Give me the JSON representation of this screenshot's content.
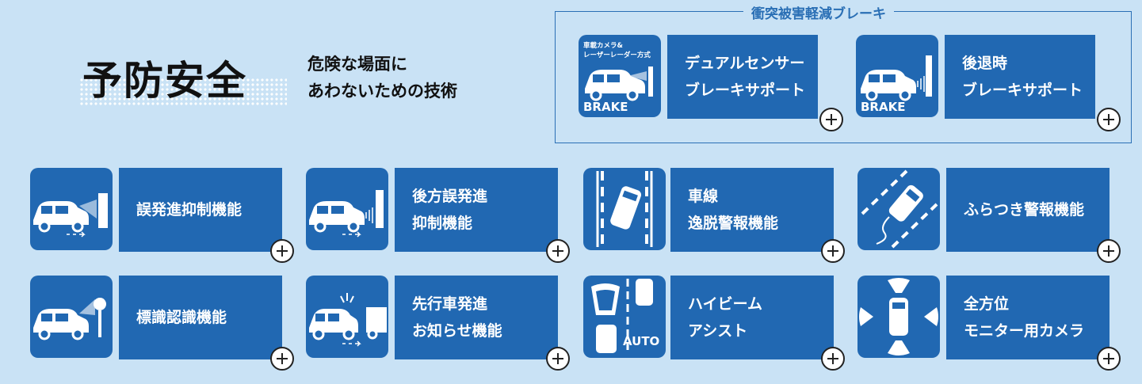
{
  "header": {
    "title": "予防安全",
    "subtitle_line1": "危険な場面に",
    "subtitle_line2": "あわないための技術"
  },
  "brake_group": {
    "legend": "衝突被害軽減ブレーキ",
    "items": [
      {
        "label": "デュアルセンサー\nブレーキサポート",
        "icon_text": "車載カメラ&\nレーザーレーダー方式",
        "icon_badge": "BRAKE"
      },
      {
        "label": "後退時\nブレーキサポート",
        "icon_badge": "BRAKE"
      }
    ]
  },
  "features_row1": [
    {
      "label": "誤発進抑制機能"
    },
    {
      "label": "後方誤発進\n抑制機能"
    },
    {
      "label": "車線\n逸脱警報機能"
    },
    {
      "label": "ふらつき警報機能"
    }
  ],
  "features_row2": [
    {
      "label": "標識認識機能"
    },
    {
      "label": "先行車発進\nお知らせ機能"
    },
    {
      "label": "ハイビーム\nアシスト",
      "icon_text": "AUTO"
    },
    {
      "label": "全方位\nモニター用カメラ"
    }
  ],
  "icons": {
    "expand": "plus-circle-icon"
  },
  "colors": {
    "background": "#c9e2f5",
    "tile_blue": "#2168b2",
    "accent": "#2a6fb5"
  }
}
